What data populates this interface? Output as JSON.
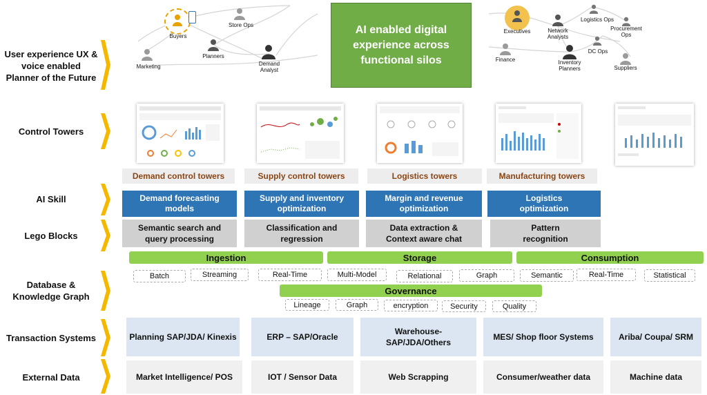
{
  "rows": {
    "ux": "User experience UX & voice enabled Planner of the Future",
    "control_towers": "Control Towers",
    "ai_skill": "AI Skill",
    "lego_blocks": "Lego Blocks",
    "database": "Database & Knowledge  Graph",
    "transaction": "Transaction Systems",
    "external": "External Data"
  },
  "center_box": "AI enabled digital experience  across functional silos",
  "personas_left": {
    "buyers": "Buyers",
    "store_ops": "Store Ops",
    "marketing": "Marketing",
    "planners": "Planners",
    "demand_analyst": "Demand Analyst"
  },
  "personas_right": {
    "executives": "Executives",
    "network_analysts": "Network Analysts",
    "logistics_ops": "Logistics Ops",
    "procurement_ops": "Procurement Ops",
    "finance": "Finance",
    "inventory_planners": "Inventory Planners",
    "dc_ops": "DC Ops",
    "suppliers": "Suppliers"
  },
  "towers": [
    "Demand control towers",
    "Supply control towers",
    "Logistics towers",
    "Manufacturing towers"
  ],
  "ai_skills": [
    "Demand forecasting models",
    "Supply and inventory optimization",
    "Margin and revenue optimization",
    "Logistics optimization"
  ],
  "lego_blocks": [
    "Semantic search and query processing",
    "Classification and regression",
    "Data extraction & Context aware chat",
    "Pattern recognition"
  ],
  "data_layers": {
    "ingestion": {
      "title": "Ingestion",
      "items": [
        "Batch",
        "Streaming",
        "Real-Time"
      ]
    },
    "storage": {
      "title": "Storage",
      "items": [
        "Multi-Model",
        "Relational",
        "Graph"
      ]
    },
    "consumption": {
      "title": "Consumption",
      "items": [
        "Semantic",
        "Real-Time",
        "Statistical"
      ]
    },
    "governance": {
      "title": "Governance",
      "items": [
        "Lineage",
        "Graph",
        "encryption",
        "Security",
        "Quality"
      ]
    }
  },
  "transaction_systems": [
    "Planning SAP/JDA/ Kinexis",
    "ERP – SAP/Oracle",
    "Warehouse-SAP/JDA/Others",
    "MES/ Shop floor Systems",
    "Ariba/ Coupa/ SRM"
  ],
  "external_data": [
    "Market Intelligence/ POS",
    "IOT / Sensor Data",
    "Web Scrapping",
    "Consumer/weather data",
    "Machine data"
  ],
  "colors": {
    "accent_green": "#70ad47",
    "blue": "#2e75b6",
    "chevron": "#f5b800",
    "green_bar": "#92d050",
    "brown_text": "#8b4513"
  },
  "icons": {
    "chevron": "chevron-right-icon",
    "persona": "person-icon"
  }
}
